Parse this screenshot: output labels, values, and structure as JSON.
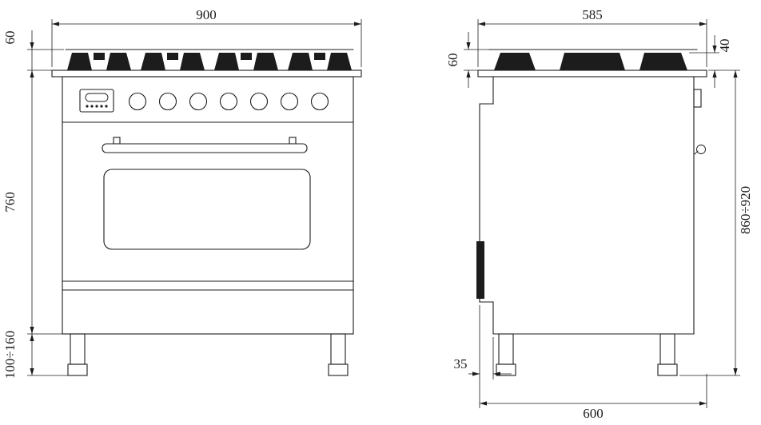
{
  "page": {
    "background": "#ffffff",
    "line_color": "#1c1c1c",
    "description": "Dimensional drawing of a 90 cm range cooker, front and side elevations, millimetres"
  },
  "front_view": {
    "label": "front-elevation",
    "dimensions": {
      "overall_width": "900",
      "cooktop_height": "60",
      "body_height": "760",
      "leg_height": "100÷160"
    }
  },
  "side_view": {
    "label": "side-elevation",
    "dimensions": {
      "worktop_depth": "585",
      "cooktop_height": "60",
      "grate_height": "40",
      "overall_height": "860÷920",
      "door_clearance": "35",
      "overall_depth": "600"
    }
  }
}
